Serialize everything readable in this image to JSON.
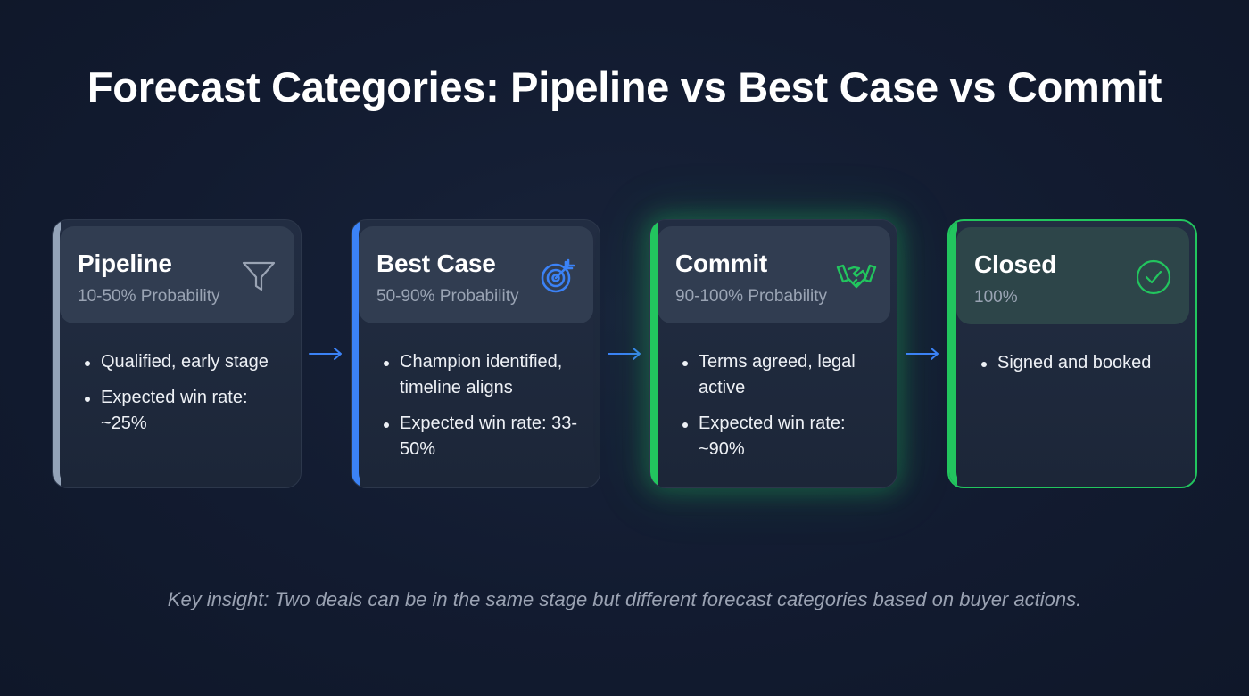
{
  "title": "Forecast Categories: Pipeline vs Best Case vs Commit",
  "colors": {
    "background": "#121b30",
    "pipeline_accent": "#94a3b8",
    "best_case_accent": "#3b82f6",
    "commit_accent": "#22c55e",
    "closed_accent": "#22c55e",
    "arrow": "#3b82f6"
  },
  "cards": [
    {
      "name": "Pipeline",
      "probability": "10-50% Probability",
      "icon": "funnel-icon",
      "bullets": [
        "Qualified, early stage",
        "Expected win rate: ~25%"
      ]
    },
    {
      "name": "Best Case",
      "probability": "50-90% Probability",
      "icon": "target-icon",
      "bullets": [
        "Champion identified, timeline aligns",
        "Expected win rate: 33-50%"
      ]
    },
    {
      "name": "Commit",
      "probability": "90-100% Probability",
      "icon": "handshake-icon",
      "bullets": [
        "Terms agreed, legal active",
        "Expected win rate: ~90%"
      ]
    },
    {
      "name": "Closed",
      "probability": "100%",
      "icon": "check-circle-icon",
      "bullets": [
        "Signed and booked"
      ]
    }
  ],
  "arrows": [
    "arrow-right-icon",
    "arrow-right-icon",
    "arrow-right-icon"
  ],
  "footer": "Key insight: Two deals can be in the same stage but different forecast categories based on buyer actions."
}
